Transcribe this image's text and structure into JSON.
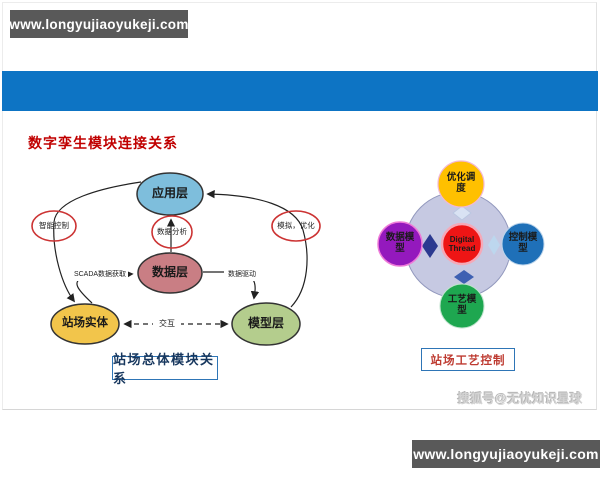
{
  "banner_top": {
    "text": "www.longyujiaoyukeji.com"
  },
  "banner_bottom": {
    "text": "www.longyujiaoyukeji.com"
  },
  "slide": {
    "title": "数字孪生模块连接关系",
    "watermark": "搜狐号@无忧知识星球"
  },
  "left_diagram": {
    "caption": "站场总体模块关系",
    "nodes": {
      "app": {
        "label": "应用层",
        "color": "#7ebedc"
      },
      "data": {
        "label": "数据层",
        "color": "#c97e84"
      },
      "station": {
        "label": "站场实体",
        "color": "#f2c54b"
      },
      "model": {
        "label": "模型层",
        "color": "#b4cd8d"
      }
    },
    "annotations": {
      "smart_control": "智能控制",
      "data_analysis": "数据分析",
      "simulate_optimize": "模拟，优化"
    },
    "edge_labels": {
      "scada": "SCADA数据获取",
      "data_driven": "数据驱动",
      "interaction": "交互"
    }
  },
  "right_diagram": {
    "caption": "站场工艺控制",
    "ring_color": "#c6c9e2",
    "center": {
      "label": "Digital Thread",
      "color": "#ee1515"
    },
    "satellites": {
      "top": {
        "label": "优化调度",
        "color": "#ffc000"
      },
      "left": {
        "label": "数据模型",
        "color": "#9419bd"
      },
      "right": {
        "label": "控制模型",
        "color": "#1f70b8"
      },
      "bottom": {
        "label": "工艺模型",
        "color": "#1ea750"
      }
    }
  },
  "colors": {
    "top_bar": "#0d74c4",
    "banner_bg": "#595959",
    "title_red": "#c00000",
    "annotation_ring": "#cc3333",
    "caption_border": "#2e75b6",
    "caption_left_text": "#17375e",
    "caption_right_text": "#be3b31",
    "diamond_dark": "#2b3990",
    "diamond_light": "#bdd7ee"
  }
}
